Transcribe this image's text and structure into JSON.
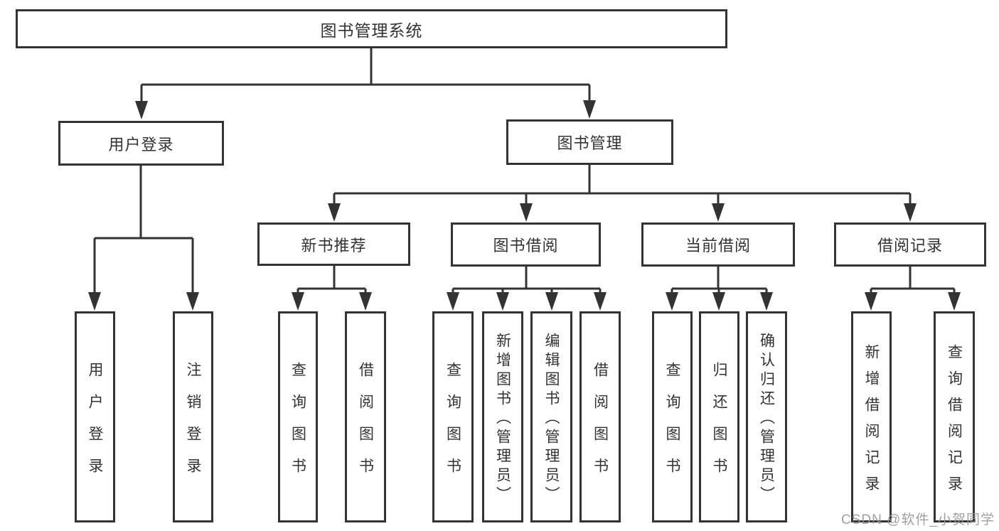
{
  "nodes": {
    "root": "图书管理系统",
    "user_login": "用户登录",
    "book_mgmt": "图书管理",
    "new_book_rec": "新书推荐",
    "book_borrow": "图书借阅",
    "current_borrow": "当前借阅",
    "borrow_records": "借阅记录",
    "leaf_user_login": "用户登录",
    "leaf_logout": "注销登录",
    "leaf_rec_query_book": "查询图书",
    "leaf_rec_borrow_book": "借阅图书",
    "leaf_bb_query_book": "查询图书",
    "leaf_bb_add_book": "新增图书（管理员）",
    "leaf_bb_edit_book": "编辑图书（管理员）",
    "leaf_bb_borrow_book": "借阅图书",
    "leaf_cb_query_book": "查询图书",
    "leaf_cb_return_book": "归还图书",
    "leaf_cb_confirm_return": "确认归还（管理员）",
    "leaf_br_add_record": "新增借阅记录",
    "leaf_br_query_record": "查询借阅记录"
  },
  "edges": [
    {
      "parent": "图书管理系统",
      "children": [
        "用户登录",
        "图书管理"
      ]
    },
    {
      "parent": "用户登录",
      "children": [
        "用户登录",
        "注销登录"
      ]
    },
    {
      "parent": "图书管理",
      "children": [
        "新书推荐",
        "图书借阅",
        "当前借阅",
        "借阅记录"
      ]
    },
    {
      "parent": "新书推荐",
      "children": [
        "查询图书",
        "借阅图书"
      ]
    },
    {
      "parent": "图书借阅",
      "children": [
        "查询图书",
        "新增图书（管理员）",
        "编辑图书（管理员）",
        "借阅图书"
      ]
    },
    {
      "parent": "当前借阅",
      "children": [
        "查询图书",
        "归还图书",
        "确认归还（管理员）"
      ]
    },
    {
      "parent": "借阅记录",
      "children": [
        "新增借阅记录",
        "查询借阅记录"
      ]
    }
  ],
  "watermark": "CSDN @软件_小贺同学",
  "colors": {
    "line": "#333333",
    "box_border": "#333333",
    "box_fill": "#ffffff",
    "text": "#333333",
    "watermark": "#969696"
  }
}
